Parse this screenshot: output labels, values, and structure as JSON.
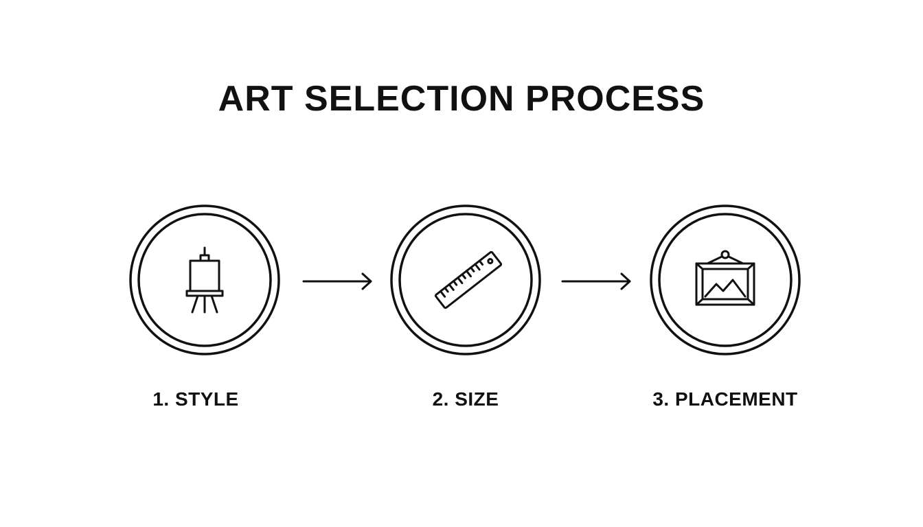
{
  "title": "ART SELECTION PROCESS",
  "steps": [
    {
      "label": "1. STYLE",
      "icon": "easel-icon"
    },
    {
      "label": "2. SIZE",
      "icon": "ruler-icon"
    },
    {
      "label": "3. PLACEMENT",
      "icon": "framed-picture-icon"
    }
  ],
  "connector_icon": "arrow-right-icon",
  "colors": {
    "background": "#ffffff",
    "ink": "#111111"
  }
}
